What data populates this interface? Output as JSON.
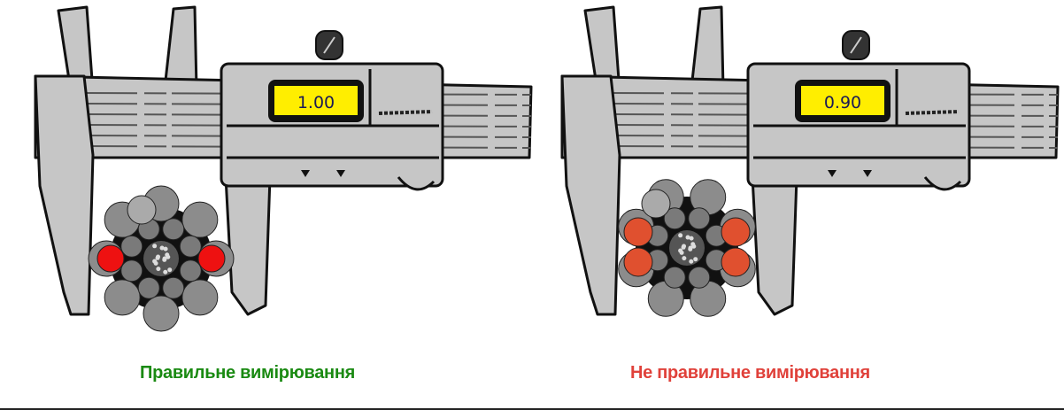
{
  "panels": [
    {
      "reading": "1.00",
      "caption": "Правильне вимірювання",
      "caption_color": "#1a8a12",
      "highlight_color": "#ee1111",
      "cable": "centered"
    },
    {
      "reading": "0.90",
      "caption": "Не правильне вимірювання",
      "caption_color": "#e0413a",
      "highlight_color": "#e0502f",
      "cable": "offset"
    }
  ],
  "colors": {
    "body": "#c6c6c6",
    "display": "#ffee00",
    "strand": "#8c8c8c",
    "outline": "#111111"
  }
}
